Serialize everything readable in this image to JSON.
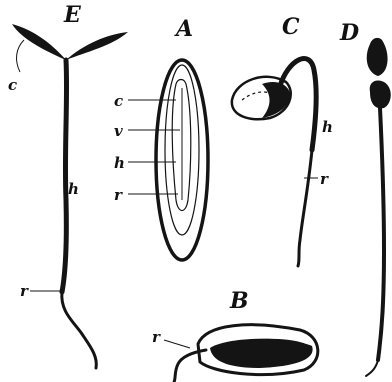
{
  "figure": {
    "panels": [
      {
        "id": "E",
        "label": "E",
        "parts": [
          "c",
          "h",
          "r"
        ]
      },
      {
        "id": "A",
        "label": "A",
        "parts": [
          "c",
          "v",
          "h",
          "r"
        ]
      },
      {
        "id": "C",
        "label": "C",
        "parts": [
          "h",
          "r"
        ]
      },
      {
        "id": "D",
        "label": "D",
        "parts": []
      },
      {
        "id": "B",
        "label": "B",
        "parts": [
          "r"
        ]
      }
    ]
  }
}
